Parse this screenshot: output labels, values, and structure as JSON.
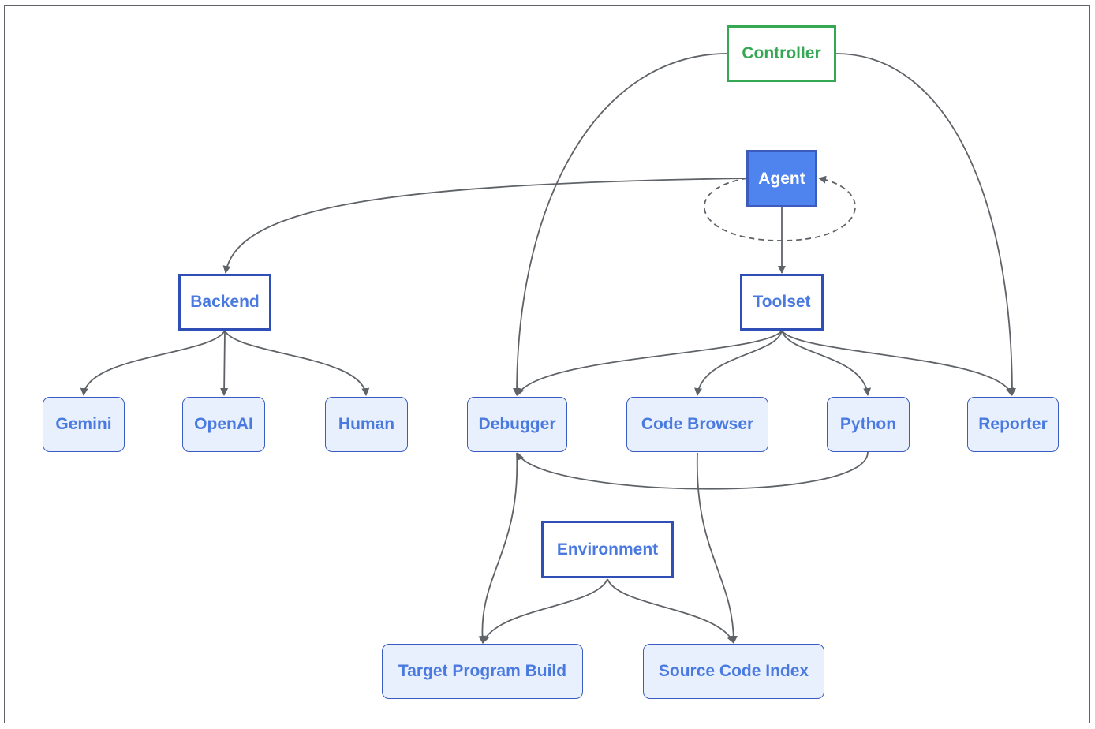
{
  "nodes": {
    "controller": "Controller",
    "agent": "Agent",
    "backend": "Backend",
    "toolset": "Toolset",
    "gemini": "Gemini",
    "openai": "OpenAI",
    "human": "Human",
    "debugger": "Debugger",
    "code_browser": "Code Browser",
    "python": "Python",
    "reporter": "Reporter",
    "environment": "Environment",
    "target_program_build": "Target Program Build",
    "source_code_index": "Source Code Index"
  },
  "colors": {
    "controller": "#34a853",
    "agent_fill": "#4f84ee",
    "group_border": "#2f4fb6",
    "leaf_fill": "#e8f0fd",
    "label_text": "#4a7ae0",
    "edge": "#5f6368"
  }
}
